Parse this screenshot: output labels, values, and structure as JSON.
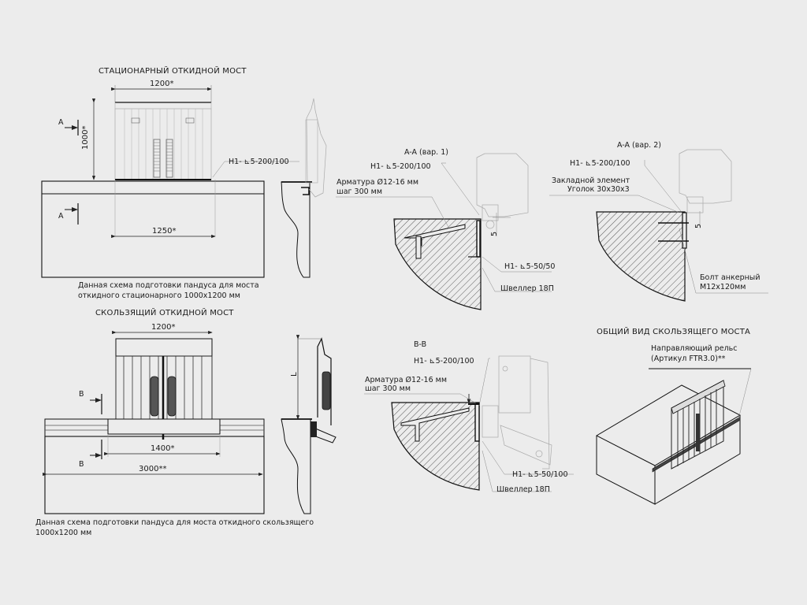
{
  "colors": {
    "background": "#ececec",
    "line": "#111111",
    "thin_line": "#777777",
    "ghost_line": "#aaaaaa"
  },
  "stationary": {
    "title": "СТАЦИОНАРНЫЙ ОТКИДНОЙ МОСТ",
    "dim_width": "1200*",
    "dim_height": "1000*",
    "dim_pit": "1250*",
    "section_mark_top": "A",
    "section_mark_bottom": "A",
    "weld_note": "Н1- ⊾5-200/100",
    "caption_line1": "Данная схема подготовки пандуса для моста",
    "caption_line2": "откидного стационарного 1000х1200 мм"
  },
  "sliding": {
    "title": "СКОЛЬЗЯЩИЙ ОТКИДНОЙ МОСТ",
    "dim_width": "1200*",
    "dim_pit": "1400*",
    "dim_rail": "3000**",
    "dim_side": "L",
    "section_mark_top": "B",
    "section_mark_bottom": "B",
    "caption_line1": "Данная схема подготовки пандуса для моста откидного скользящего",
    "caption_line2": "1000х1200 мм"
  },
  "section_aa1": {
    "title": "A-A (вар. 1)",
    "weld_top": "Н1- ⊾5-200/100",
    "rebar_line1": "Арматура Ø12-16 мм",
    "rebar_line2": "шаг 300 мм",
    "dim_5": "5",
    "weld_bottom": "Н1- ⊾5-50/50",
    "channel": "Швеллер 18П"
  },
  "section_aa2": {
    "title": "A-A (вар. 2)",
    "weld_top": "Н1- ⊾5-200/100",
    "embed_line1": "Закладной элемент",
    "embed_line2": "Уголок 30х30х3",
    "dim_5": "5",
    "bolt_line1": "Болт анкерный",
    "bolt_line2": "М12х120мм"
  },
  "section_bb": {
    "title": "B-B",
    "weld_top": "Н1- ⊾5-200/100",
    "rebar_line1": "Арматура Ø12-16 мм",
    "rebar_line2": "шаг 300 мм",
    "weld_bottom": "Н1- ⊾5-50/100",
    "channel": "Швеллер 18П"
  },
  "general_view": {
    "title": "ОБЩИЙ ВИД СКОЛЬЗЯЩЕГО МОСТА",
    "rail_line1": "Направляющий рельс",
    "rail_line2": "(Артикул FTR3.0)**"
  }
}
